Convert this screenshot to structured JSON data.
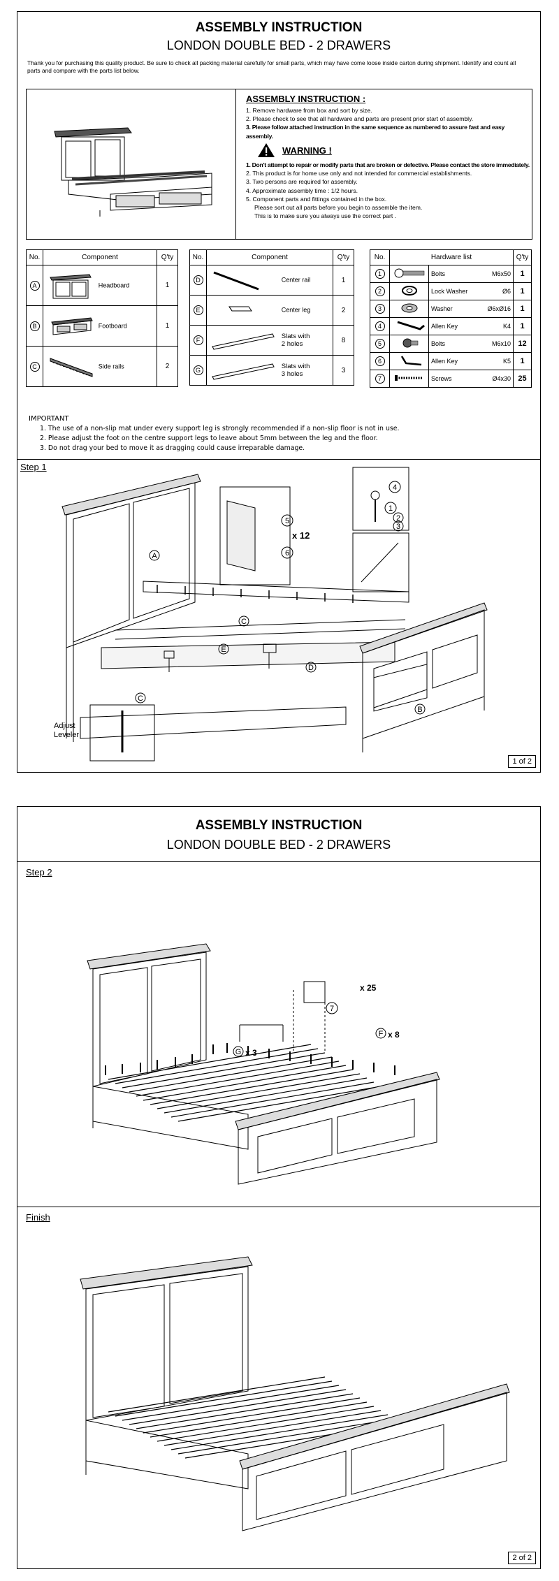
{
  "page1": {
    "title": "ASSEMBLY INSTRUCTION",
    "subtitle": "LONDON DOUBLE BED - 2 DRAWERS",
    "intro": "Thank you for purchasing this quality product. Be sure to check all packing material carefully for small parts, which may have come loose inside carton during shipment. Identify and count all parts and compare with the parts list below.",
    "instructions_heading": "ASSEMBLY INSTRUCTION :",
    "instructions": [
      "1. Remove hardware from box and sort by size.",
      "2. Please check to see that all hardware and parts are present prior start of assembly.",
      "3. Please follow attached instruction in the same sequence as numbered to assure fast and easy assembly."
    ],
    "warning_label": "WARNING !",
    "warnings": [
      "1. Don't attempt to repair or modify parts that are broken or defective. Please contact the store immediately.",
      "2. This product is for home use  only and not intended for commercial establishments.",
      "3. Two persons are required for assembly.",
      "4. Approximate assembly time : 1/2 hours.",
      "5. Component parts and fittings contained in the box.",
      "    Please sort out all parts before you begin to assemble the item.",
      "    This is to make sure  you always use the correct part ."
    ],
    "table_headers": {
      "no": "No.",
      "component": "Component",
      "qty": "Q'ty",
      "hardware": "Hardware list"
    },
    "components_left": [
      {
        "no": "A",
        "name": "Headboard",
        "qty": "1"
      },
      {
        "no": "B",
        "name": "Footboard",
        "qty": "1"
      },
      {
        "no": "C",
        "name": "Side rails",
        "qty": "2"
      }
    ],
    "components_mid": [
      {
        "no": "D",
        "name": "Center rail",
        "qty": "1"
      },
      {
        "no": "E",
        "name": "Center leg",
        "qty": "2"
      },
      {
        "no": "F",
        "name": "Slats with 2 holes",
        "qty": "8"
      },
      {
        "no": "G",
        "name": "Slats with 3 holes",
        "qty": "3"
      }
    ],
    "hardware": [
      {
        "no": "1",
        "name": "Bolts",
        "size": "M6x50",
        "qty": "1"
      },
      {
        "no": "2",
        "name": "Lock Washer",
        "size": "Ø6",
        "qty": "1"
      },
      {
        "no": "3",
        "name": "Washer",
        "size": "Ø6xØ16",
        "qty": "1"
      },
      {
        "no": "4",
        "name": "Allen Key",
        "size": "K4",
        "qty": "1"
      },
      {
        "no": "5",
        "name": "Bolts",
        "size": "M6x10",
        "qty": "12"
      },
      {
        "no": "6",
        "name": "Allen Key",
        "size": "K5",
        "qty": "1"
      },
      {
        "no": "7",
        "name": "Screws",
        "size": "Ø4x30",
        "qty": "25"
      }
    ],
    "important_heading": "IMPORTANT",
    "important": [
      "1. The use of a non-slip mat under every support leg is strongly recommended if a non-slip floor is not in use.",
      "2. Please adjust the foot on the centre support legs to leave about 5mm between the leg and the floor.",
      "3. Do not drag your bed to move it as dragging could cause irreparable damage."
    ],
    "step1_label": "Step 1",
    "step1_callouts": {
      "x12": "x 12",
      "adjust": "Adjust",
      "leveler": "Leveler"
    },
    "page_number": "1 of 2"
  },
  "page2": {
    "title": "ASSEMBLY INSTRUCTION",
    "subtitle": "LONDON DOUBLE BED - 2 DRAWERS",
    "step2_label": "Step 2",
    "step2_callouts": {
      "g": "x 3",
      "f": "x 8",
      "screws": "x 25"
    },
    "finish_label": "Finish",
    "page_number": "2 of 2"
  }
}
